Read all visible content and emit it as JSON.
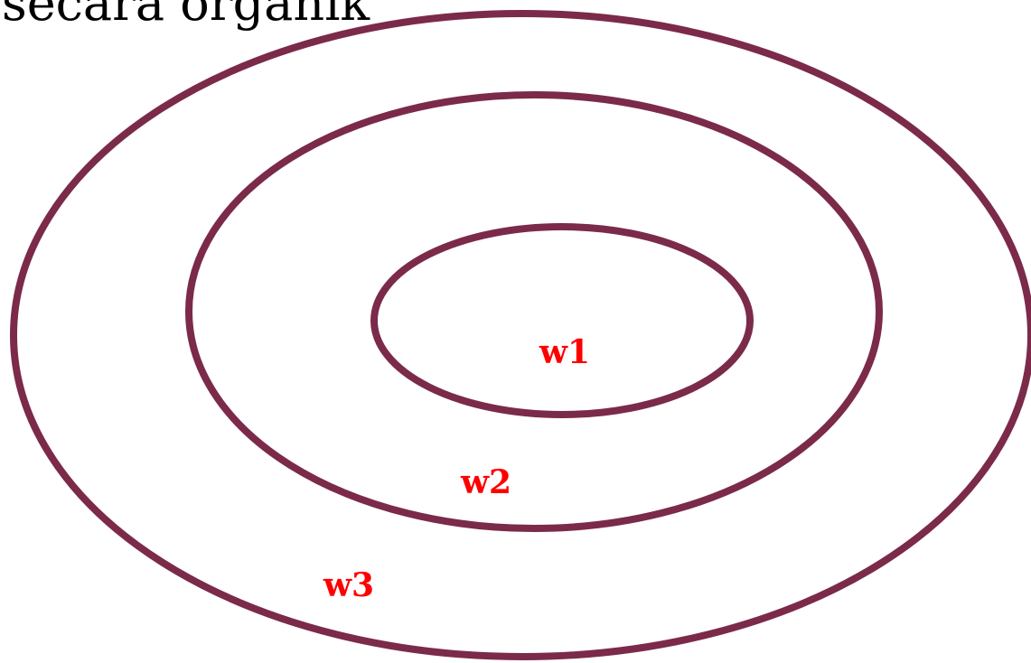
{
  "heading": {
    "text": "secara organik"
  },
  "diagram": {
    "zones": [
      {
        "label": "w1"
      },
      {
        "label": "w2"
      },
      {
        "label": "w3"
      }
    ]
  },
  "colors": {
    "ring_stroke": "#7b2a4a",
    "label": "#ff0000",
    "background": "#ffffff"
  }
}
